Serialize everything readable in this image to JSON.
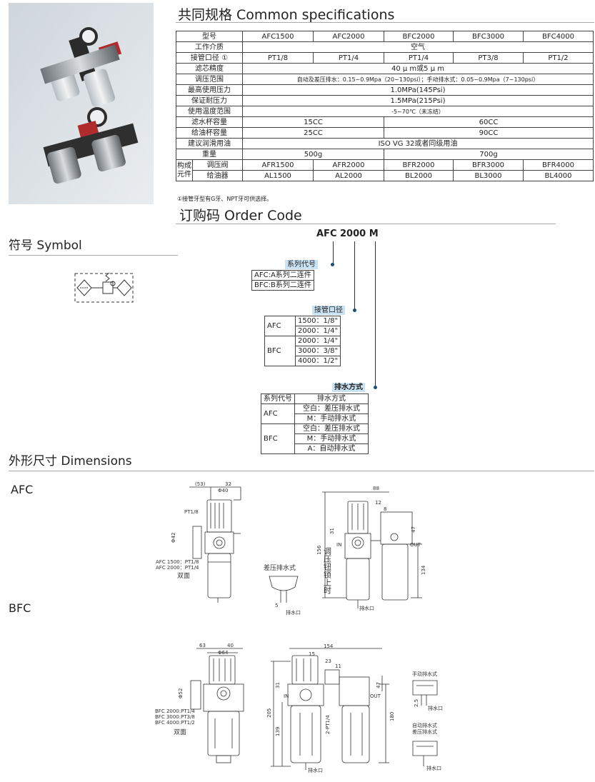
{
  "specs": {
    "title": "共同规格 Common specifications",
    "header": [
      "型号",
      "AFC1500",
      "AFC2000",
      "BFC2000",
      "BFC3000",
      "BFC4000"
    ],
    "rows": {
      "medium": {
        "label": "工作介质",
        "value": "空气"
      },
      "port": {
        "label": "接管口径 ①",
        "values": [
          "PT1/8",
          "PT1/4",
          "PT1/4",
          "PT3/8",
          "PT1/2"
        ]
      },
      "filter": {
        "label": "滤芯精度",
        "value": "40 μ m或5 μ m"
      },
      "range": {
        "label": "调压范围",
        "value": "自动及差压排水：0.15~0.9Mpa（20~130psi）；手动排水式：0.05~0.9Mpa（7~130psi）"
      },
      "maxp": {
        "label": "最高使用压力",
        "value": "1.0MPa(145Psi)"
      },
      "proof": {
        "label": "保证耐压力",
        "value": "1.5MPa(215Psi)"
      },
      "temp": {
        "label": "使用温度范围",
        "value": "-5~70℃（未冻结）"
      },
      "bowl": {
        "label": "滤水杯容量",
        "afc": "15CC",
        "bfc": "60CC"
      },
      "oiler": {
        "label": "给油杯容量",
        "afc": "25CC",
        "bfc": "90CC"
      },
      "oil": {
        "label": "建议润滑用油",
        "value": "ISO VG 32或者同级用油"
      },
      "weight": {
        "label": "重量",
        "afc": "500g",
        "bfc": "700g"
      },
      "parts": {
        "group": "构成元件",
        "reg_label": "调压阀",
        "reg": [
          "AFR1500",
          "AFR2000",
          "BFR2000",
          "BFR3000",
          "BFR4000"
        ],
        "lub_label": "给油器",
        "lub": [
          "AL1500",
          "AL2000",
          "BL2000",
          "BL3000",
          "BL4000"
        ]
      }
    },
    "footnote": "①接管牙型有G牙、NPT牙可供选择。"
  },
  "order": {
    "title": "订购码 Order Code",
    "code": "AFC 2000 M",
    "series": {
      "label": "系列代号",
      "items": [
        "AFC:A系列二连件",
        "BFC:B系列二连件"
      ]
    },
    "port": {
      "label": "接管口径",
      "afc": "AFC",
      "bfc": "BFC",
      "items": [
        "1500：1/8\"",
        "2000：1/4\"",
        "2000：1/4\"",
        "3000：3/8\"",
        "4000：1/2\""
      ]
    },
    "drain": {
      "label": "排水方式",
      "h1": "系列代号",
      "h2": "排水方式",
      "afc": "AFC",
      "bfc": "BFC",
      "items": [
        "空白：差压排水式",
        "M：手动排水式",
        "空白：差压排水式",
        "M：手动排水式",
        "A：自动排水式"
      ]
    }
  },
  "symbol": {
    "title": "符号 Symbol"
  },
  "dims": {
    "title": "外形尺寸 Dimensions",
    "afc": {
      "label": "AFC",
      "d53": "(53)",
      "d32": "32",
      "d40": "Φ40",
      "pt": "PT1/8",
      "d42": "Φ42",
      "note1": "AFC 1500：PT1/8",
      "note2": "AFC 2000：PT1/4",
      "side": "双面",
      "drain": "差压排水式",
      "d5": "5",
      "drainport": "排水口",
      "d88": "88",
      "d12": "12",
      "d8": "8",
      "d31": "31",
      "d47": "47",
      "d156": "156",
      "d134": "134",
      "in": "IN",
      "out": "OUT",
      "knob": "调压钮锁上时",
      "drainport2": "排水口"
    },
    "bfc": {
      "label": "BFC",
      "d63": "63",
      "d40": "40",
      "d64": "Φ64",
      "d52": "Φ52",
      "note1": "BFC 2000:PT1/4",
      "note2": "BFC 3000:PT3/8",
      "note3": "BFC 4000:PT1/2",
      "side": "双面",
      "d154": "154",
      "d15": "15",
      "d23": "23",
      "d11": "11",
      "d31": "31",
      "d47": "47",
      "d205": "205",
      "d139": "139",
      "d180": "180",
      "pt": "2-PT1/4",
      "in": "IN",
      "out": "OUT",
      "manual": "手动排水式",
      "d25": "2.5",
      "drainport": "排水口",
      "auto1": "自动排水式",
      "auto2": "差压排水式",
      "drainport2": "排水口",
      "drainport3": "排水口"
    }
  }
}
